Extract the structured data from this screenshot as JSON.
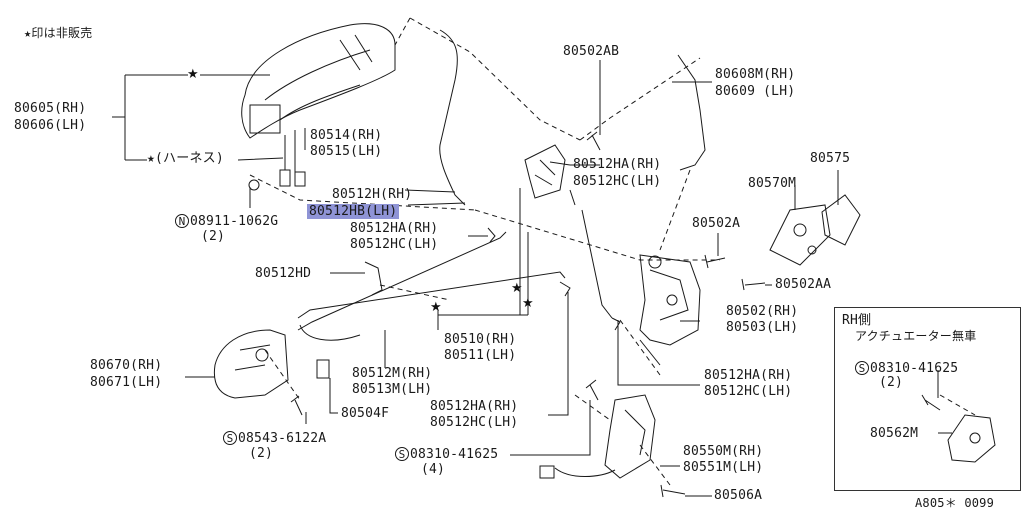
{
  "header_note": "★印は非販売",
  "footer_code": "A805＊ 0099",
  "rh_box": {
    "title": "RH側",
    "subtitle": "アクチュエーター無車",
    "bolt_code": "08310-41625",
    "bolt_qty": "(2)",
    "actuator_part": "80562M"
  },
  "star_symbol": "★",
  "circle_N": "N",
  "circle_S": "S",
  "labels": {
    "handle_rh": "80605(RH)",
    "handle_lh": "80606(LH)",
    "harness": "★(ハーネス)",
    "nut_code": "08911-1062G",
    "nut_qty": "(2)",
    "rod_rh": "80514(RH)",
    "rod_lh": "80515(LH)",
    "clip_h_rh": "80512H(RH)",
    "clip_hb_lh": "80512HB(LH)",
    "clip_ha_rh_1": "80512HA(RH)",
    "clip_hc_lh_1": "80512HC(LH)",
    "clip_hd": "80512HD",
    "bolt_ab": "80502AB",
    "clip_ha_rh_2": "80512HA(RH)",
    "clip_hc_lh_2": "80512HC(LH)",
    "wire_rh": "80608M(RH)",
    "wire_lh": "80609 (LH)",
    "striker": "80575",
    "hinge": "80570M",
    "bolt_a": "80502A",
    "bolt_aa": "80502AA",
    "lock_rh": "80502(RH)",
    "lock_lh": "80503(LH)",
    "rod_long_rh": "80510(RH)",
    "rod_long_lh": "80511(LH)",
    "rod_m_rh": "80512M(RH)",
    "rod_m_lh": "80513M(LH)",
    "inner_handle_rh": "80670(RH)",
    "inner_handle_lh": "80671(LH)",
    "clip_504f": "80504F",
    "screw_code": "08543-6122A",
    "screw_qty": "(2)",
    "clip_ha_rh_3": "80512HA(RH)",
    "clip_hc_lh_3": "80512HC(LH)",
    "clip_ha_rh_4": "80512HA(RH)",
    "clip_hc_lh_4": "80512HC(LH)",
    "bolt_code_2": "08310-41625",
    "bolt_qty_2": "(4)",
    "actuator_rh": "80550M(RH)",
    "actuator_lh": "80551M(LH)",
    "bolt_506a": "80506A"
  }
}
